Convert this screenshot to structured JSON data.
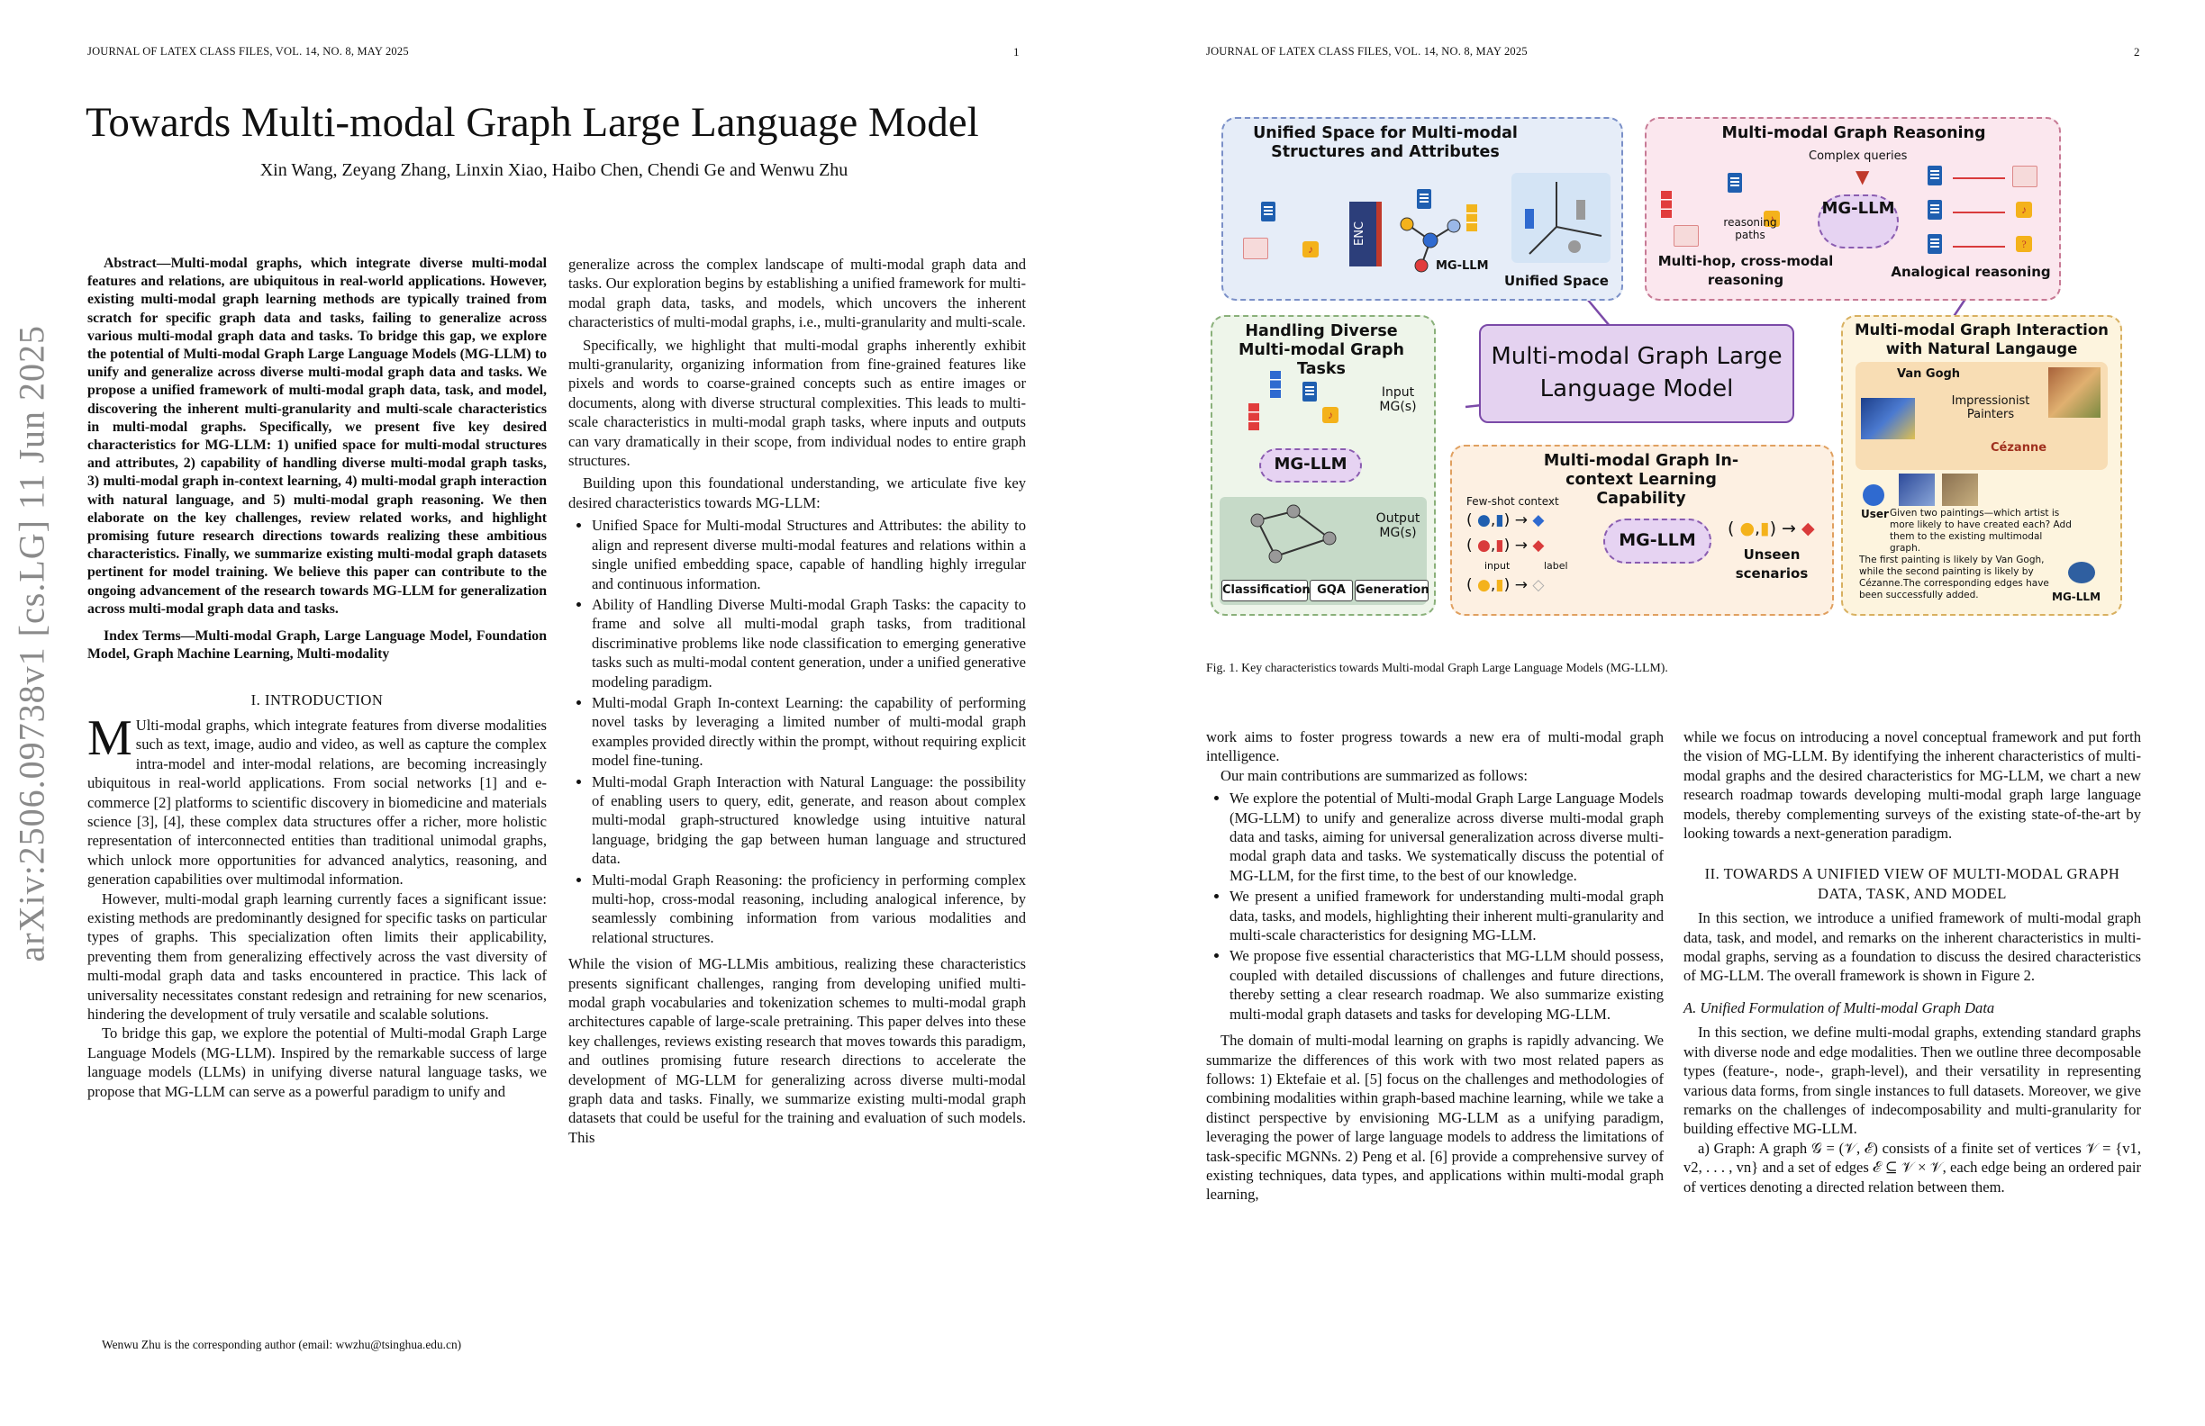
{
  "page1": {
    "running_header": "JOURNAL OF LATEX CLASS FILES, VOL. 14, NO. 8, MAY 2025",
    "page_number": "1",
    "title": "Towards Multi-modal Graph Large Language Model",
    "authors": "Xin Wang, Zeyang Zhang, Linxin Xiao, Haibo Chen, Chendi Ge and Wenwu Zhu",
    "arxiv_stamp": "arXiv:2506.09738v1  [cs.LG]  11 Jun 2025",
    "abstract": "Abstract—Multi-modal graphs, which integrate diverse multi-modal features and relations, are ubiquitous in real-world applications. However, existing multi-modal graph learning methods are typically trained from scratch for specific graph data and tasks, failing to generalize across various multi-modal graph data and tasks. To bridge this gap, we explore the potential of Multi-modal Graph Large Language Models (MG-LLM) to unify and generalize across diverse multi-modal graph data and tasks. We propose a unified framework of multi-modal graph data, task, and model, discovering the inherent multi-granularity and multi-scale characteristics in multi-modal graphs. Specifically, we present five key desired characteristics for MG-LLM: 1) unified space for multi-modal structures and attributes, 2) capability of handling diverse multi-modal graph tasks, 3) multi-modal graph in-context learning, 4) multi-modal graph interaction with natural language, and 5) multi-modal graph reasoning. We then elaborate on the key challenges, review related works, and highlight promising future research directions towards realizing these ambitious characteristics. Finally, we summarize existing multi-modal graph datasets pertinent for model training. We believe this paper can contribute to the ongoing advancement of the research towards MG-LLM for generalization across multi-modal graph data and tasks.",
    "index_terms": "Index Terms—Multi-modal Graph, Large Language Model, Foundation Model, Graph Machine Learning, Multi-modality",
    "section1_title": "I. INTRODUCTION",
    "intro_dropcap": "M",
    "intro_p1": "Ulti-modal graphs, which integrate features from diverse modalities such as text, image, audio and video, as well as capture the complex intra-model and inter-modal relations, are becoming increasingly ubiquitous in real-world applications. From social networks [1] and e-commerce [2] platforms to scientific discovery in biomedicine and materials science [3], [4], these complex data structures offer a richer, more holistic representation of interconnected entities than traditional unimodal graphs, which unlock more opportunities for advanced analytics, reasoning, and generation capabilities over multimodal information.",
    "intro_p2": "However, multi-modal graph learning currently faces a significant issue: existing methods are predominantly designed for specific tasks on particular types of graphs. This specialization often limits their applicability, preventing them from generalizing effectively across the vast diversity of multi-modal graph data and tasks encountered in practice. This lack of universality necessitates constant redesign and retraining for new scenarios, hindering the development of truly versatile and scalable solutions.",
    "intro_p3": "To bridge this gap, we explore the potential of Multi-modal Graph Large Language Models (MG-LLM). Inspired by the remarkable success of large language models (LLMs) in unifying diverse natural language tasks, we propose that MG-LLM can serve as a powerful paradigm to unify and",
    "footnote": "Wenwu Zhu is the corresponding author (email: wwzhu@tsinghua.edu.cn)",
    "col2_p1": "generalize across the complex landscape of multi-modal graph data and tasks. Our exploration begins by establishing a unified framework for multi-modal graph data, tasks, and models, which uncovers the inherent characteristics of multi-modal graphs, i.e., multi-granularity and multi-scale.",
    "col2_p2": "Specifically, we highlight that multi-modal graphs inherently exhibit multi-granularity, organizing information from fine-grained features like pixels and words to coarse-grained concepts such as entire images or documents, along with diverse structural complexities. This leads to multi-scale characteristics in multi-modal graph tasks, where inputs and outputs can vary dramatically in their scope, from individual nodes to entire graph structures.",
    "col2_p3": "Building upon this foundational understanding, we articulate five key desired characteristics towards MG-LLM:",
    "col2_bullets": [
      "Unified Space for Multi-modal Structures and Attributes: the ability to align and represent diverse multi-modal features and relations within a single unified embedding space, capable of handling highly irregular and continuous information.",
      "Ability of Handling Diverse Multi-modal Graph Tasks: the capacity to frame and solve all multi-modal graph tasks, from traditional discriminative problems like node classification to emerging generative tasks such as multi-modal content generation, under a unified generative modeling paradigm.",
      "Multi-modal Graph In-context Learning: the capability of performing novel tasks by leveraging a limited number of multi-modal graph examples provided directly within the prompt, without requiring explicit model fine-tuning.",
      "Multi-modal Graph Interaction with Natural Language: the possibility of enabling users to query, edit, generate, and reason about complex multi-modal graph-structured knowledge using intuitive natural language, bridging the gap between human language and structured data.",
      "Multi-modal Graph Reasoning: the proficiency in performing complex multi-hop, cross-modal reasoning, including analogical inference, by seamlessly combining information from various modalities and relational structures."
    ],
    "col2_p4": "While the vision of MG-LLMis ambitious, realizing these characteristics presents significant challenges, ranging from developing unified multi-modal graph vocabularies and tokenization schemes to multi-modal graph architectures capable of large-scale pretraining. This paper delves into these key challenges, reviews existing research that moves towards this paradigm, and outlines promising future research directions to accelerate the development of MG-LLM for generalizing across diverse multi-modal graph data and tasks. Finally, we summarize existing multi-modal graph datasets that could be useful for the training and evaluation of such models. This"
  },
  "page2": {
    "running_header": "JOURNAL OF LATEX CLASS FILES, VOL. 14, NO. 8, MAY 2025",
    "page_number": "2",
    "figure": {
      "box1_title": "Unified Space for Multi-modal Structures and Attributes",
      "box1_enc": "ENC",
      "box1_mgllm": "MG-LLM",
      "box1_unified": "Unified Space",
      "box2_title": "Multi-modal Graph Reasoning",
      "box2_complex": "Complex queries",
      "box2_paths": "reasoning paths",
      "box2_mgllm": "MG-LLM",
      "box2_multihop": "Multi-hop, cross-modal reasoning",
      "box2_analogical": "Analogical reasoning",
      "box3_title": "Handling Diverse Multi-modal Graph Tasks",
      "box3_input": "Input MG(s)",
      "box3_mgllm": "MG-LLM",
      "box3_output": "Output MG(s)",
      "box3_btn1": "Classification",
      "box3_btn2": "GQA",
      "box3_btn3": "Generation",
      "center_title": "Multi-modal Graph Large Language Model",
      "box4_title": "Multi-modal Graph In-context Learning Capability",
      "box4_fewshot": "Few-shot context",
      "box4_input": "input",
      "box4_label": "label",
      "box4_mgllm": "MG-LLM",
      "box4_unseen": "Unseen scenarios",
      "box5_title": "Multi-modal Graph Interaction with Natural Langauge",
      "box5_vangogh": "Van Gogh",
      "box5_impressionist": "Impressionist Painters",
      "box5_cezanne": "Cézanne",
      "box5_user": "User",
      "box5_user_text": "Given two paintings—which artist is more likely to have created each? Add them to the existing multimodal graph.",
      "box5_reply": "The first painting is likely by Van Gogh, while the second painting is likely by Cézanne.The corresponding edges have been successfully added.",
      "box5_mgllm": "MG-LLM"
    },
    "caption": "Fig. 1.  Key characteristics towards Multi-modal Graph Large Language Models (MG-LLM).",
    "col1_p1": "work aims to foster progress towards a new era of multi-modal graph intelligence.",
    "col1_p2": "Our main contributions are summarized as follows:",
    "col1_bullets": [
      "We explore the potential of Multi-modal Graph Large Language Models (MG-LLM) to unify and generalize across diverse multi-modal graph data and tasks, aiming for universal generalization across diverse multi-modal graph data and tasks. We systematically discuss the potential of MG-LLM, for the first time, to the best of our knowledge.",
      "We present a unified framework for understanding multi-modal graph data, tasks, and models, highlighting their inherent multi-granularity and multi-scale characteristics for designing MG-LLM.",
      "We propose five essential characteristics that MG-LLM should possess, coupled with detailed discussions of challenges and future directions, thereby setting a clear research roadmap. We also summarize existing multi-modal graph datasets and tasks for developing MG-LLM."
    ],
    "col1_p3": "The domain of multi-modal learning on graphs is rapidly advancing. We summarize the differences of this work with two most related papers as follows: 1) Ektefaie et al. [5] focus on the challenges and methodologies of combining modalities within graph-based machine learning, while we take a distinct perspective by envisioning MG-LLM as a unifying paradigm, leveraging the power of large language models to address the limitations of task-specific MGNNs. 2) Peng et al. [6] provide a comprehensive survey of existing techniques, data types, and applications within multi-modal graph learning,",
    "col2_p1": "while we focus on introducing a novel conceptual framework and put forth the vision of MG-LLM. By identifying the inherent characteristics of multi-modal graphs and the desired characteristics for MG-LLM, we chart a new research roadmap towards developing multi-modal graph large language models, thereby complementing surveys of the existing state-of-the-art by looking towards a next-generation paradigm.",
    "section2_title": "II. TOWARDS A UNIFIED VIEW OF MULTI-MODAL GRAPH DATA, TASK, AND MODEL",
    "col2_p2": "In this section, we introduce a unified framework of multi-modal graph data, task, and model, and remarks on the inherent characteristics in multi-modal graphs, serving as a foundation to discuss the desired characteristics of MG-LLM. The overall framework is shown in Figure 2.",
    "subsection_title": "A. Unified Formulation of Multi-modal Graph Data",
    "col2_p3": "In this section, we define multi-modal graphs, extending standard graphs with diverse node and edge modalities. Then we outline three decomposable types (feature-, node-, graph-level), and their versatility in representing various data forms, from single instances to full datasets. Moreover, we give remarks on the challenges of indecomposability and multi-granularity for building effective MG-LLM.",
    "col2_p4": "a) Graph: A graph 𝒢 = (𝒱, ℰ) consists of a finite set of vertices 𝒱 = {v1, v2, . . . , vn} and a set of edges ℰ ⊆ 𝒱 × 𝒱, each edge being an ordered pair of vertices denoting a directed relation between them.",
    "colors": {
      "box_blue_bg": "#e6edf8",
      "box_pink_bg": "#fbe7ee",
      "box_green_bg": "#eef5ea",
      "box_orange_bg": "#fdf0e2",
      "box_yellow_bg": "#fdf4de",
      "center_bg": "#e4d2f0",
      "center_border": "#7b4aa8",
      "cloud_bg": "#e6d3f2",
      "doc_blue": "#1f5fb0",
      "accent_red": "#d93b3b",
      "accent_yellow": "#f4b21b"
    }
  }
}
